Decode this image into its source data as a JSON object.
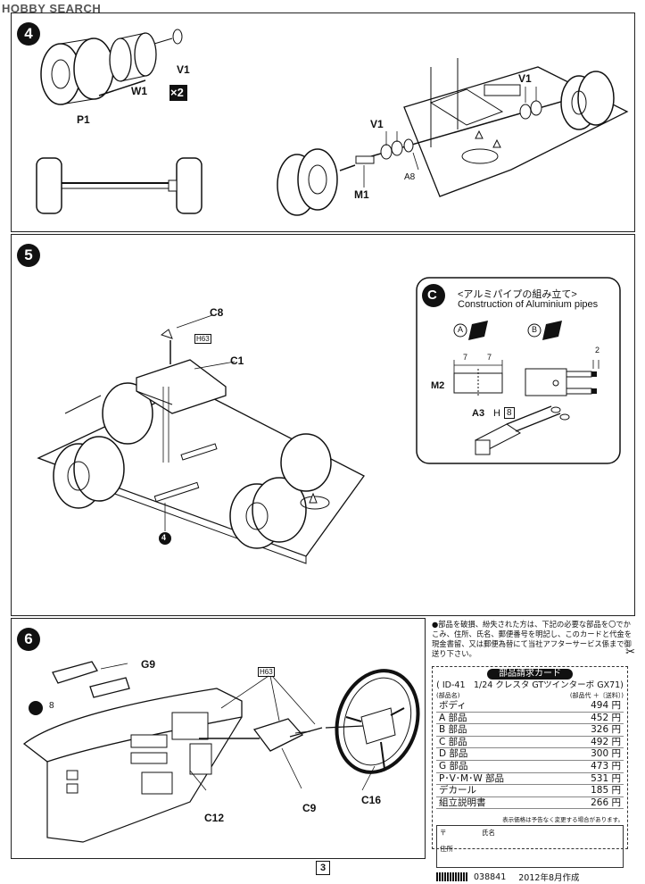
{
  "watermark": "HOBBY SEARCH",
  "page_number": "3",
  "steps": [
    {
      "number": "4",
      "labels": {
        "v1a": "V1",
        "w1": "W1",
        "p1": "P1",
        "multiplier": "×2",
        "v1b": "V1",
        "v1c": "V1",
        "a8": "A8",
        "m1": "M1"
      }
    },
    {
      "number": "5",
      "labels": {
        "c8": "C8",
        "h63": "H63",
        "c1": "C1",
        "ref": "4"
      }
    },
    {
      "number": "6",
      "labels": {
        "g9": "G9",
        "ref8": "8",
        "h63": "H63",
        "c16": "C16",
        "c9": "C9",
        "c12": "C12"
      }
    }
  ],
  "subassembly_c": {
    "badge": "C",
    "title_jp": "<アルミパイプの組み立て>",
    "title_en": "Construction of Aluminium pipes",
    "option_a": "A",
    "option_b": "B",
    "dim_7a": "7",
    "dim_7b": "7",
    "dim_2": "2",
    "m2": "M2",
    "a3": "A3",
    "h": "H",
    "h_num": "8"
  },
  "order_card": {
    "notice": "●部品を破損、紛失された方は、下記の必要な部品を〇でかこみ、住所、氏名、郵便番号を明記し、このカードと代金を現金書留、又は郵便為替にて当社アフターサービス係まで御送り下さい。",
    "title": "部品請求カード",
    "product": "( ID-41　1/24 クレスタ GTツインターボ GX71)",
    "col_left": "(部品名)",
    "col_right": "(部品代 ＋〔送料〕)",
    "rows": [
      {
        "name": "ボディ",
        "price": "494 円"
      },
      {
        "name": "A 部品",
        "price": "452 円"
      },
      {
        "name": "B 部品",
        "price": "326 円"
      },
      {
        "name": "C 部品",
        "price": "492 円"
      },
      {
        "name": "D 部品",
        "price": "300 円"
      },
      {
        "name": "G 部品",
        "price": "473 円"
      },
      {
        "name": "P･V･M･W 部品",
        "price": "531 円"
      },
      {
        "name": "デカール",
        "price": "185 円"
      },
      {
        "name": "組立説明書",
        "price": "266 円"
      }
    ],
    "price_note": "表示価格は予告なく変更する場合があります。",
    "postal": "〒",
    "name_label": "氏名",
    "address_label": "住所",
    "code": "038841",
    "date": "2012年8月作成"
  }
}
